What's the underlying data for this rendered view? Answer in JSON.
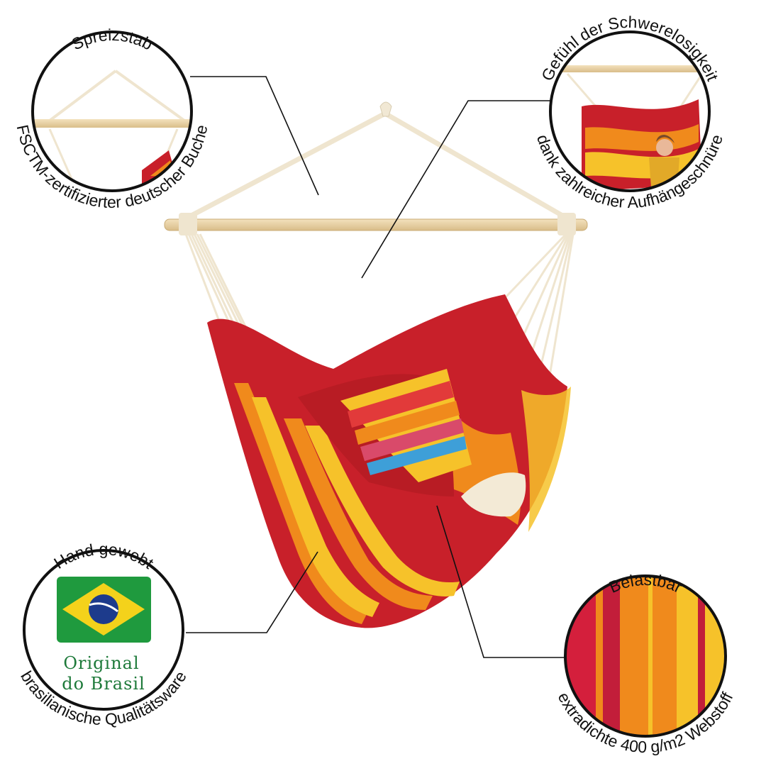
{
  "callouts": {
    "spreader": {
      "title": "Spreizstab",
      "caption": "FSCTM-zertifizierter deutscher Buche",
      "icon": "spreader-bar-photo"
    },
    "weightless": {
      "title": "Gefühl der Schwerelosigkeit",
      "caption": "dank zahlreicher Aufhängeschnüre",
      "icon": "person-in-hammock-photo"
    },
    "handwoven": {
      "title": "Hand gewebt",
      "caption": "brasilianische Qualitätsware",
      "badge_line1": "Original",
      "badge_line2": "do Brasil",
      "icon": "brazil-flag-icon"
    },
    "durable": {
      "title": "Belastbar",
      "caption": "extradichte 400 g/m2 Webstoff",
      "icon": "fabric-closeup-photo"
    }
  },
  "product": {
    "icon": "hanging-chair-hammock-photo"
  },
  "colors": {
    "fabric_red": "#c8202a",
    "fabric_orange": "#f08a1c",
    "fabric_yellow": "#f6c22a",
    "rope": "#f1e8d4",
    "wood": "#e8d2a6",
    "flag_green": "#1f9a3e",
    "flag_yellow": "#f4d21b",
    "flag_blue": "#1d3b8c",
    "badge_text": "#1e7a3a"
  }
}
